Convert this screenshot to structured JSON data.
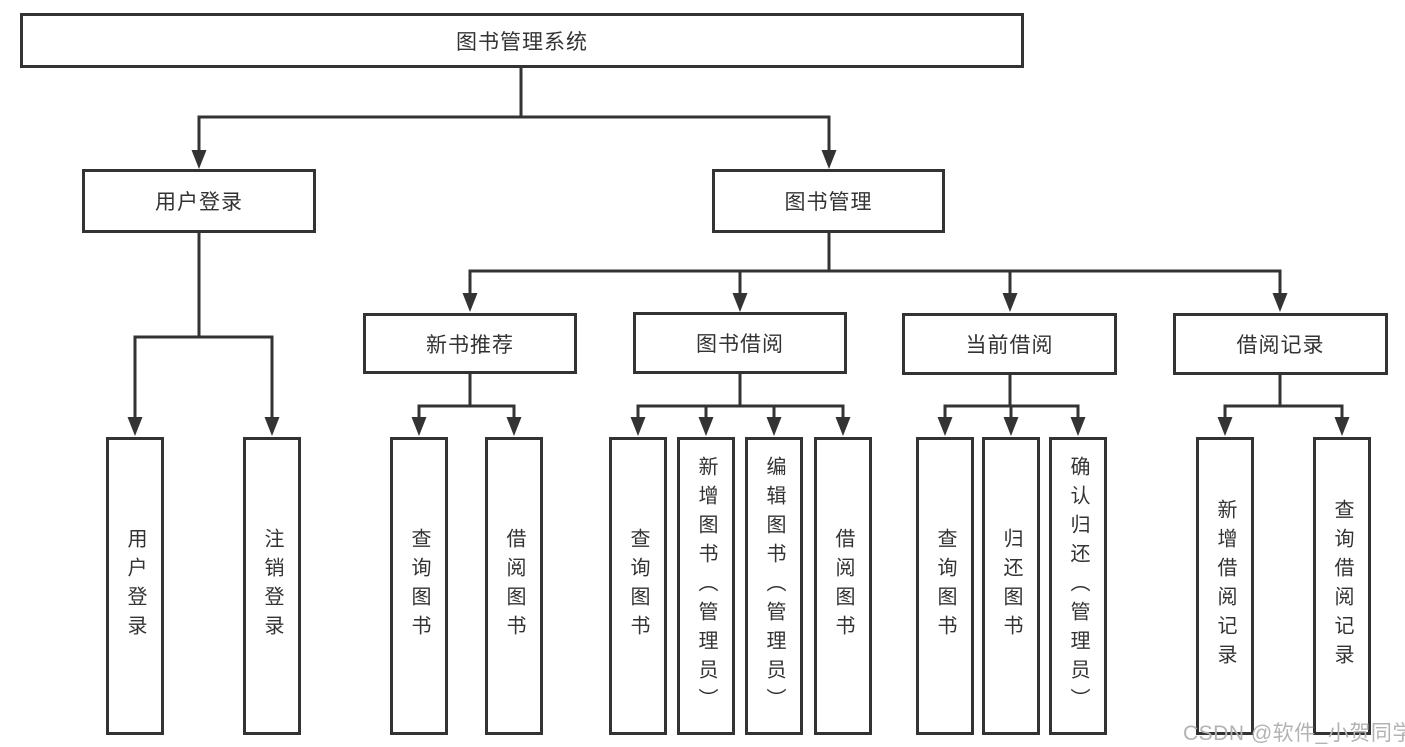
{
  "root": {
    "label": "图书管理系统"
  },
  "level2": {
    "user_login": {
      "label": "用户登录"
    },
    "book_mgmt": {
      "label": "图书管理"
    }
  },
  "level3": {
    "new_book": {
      "label": "新书推荐"
    },
    "borrow": {
      "label": "图书借阅"
    },
    "current": {
      "label": "当前借阅"
    },
    "records": {
      "label": "借阅记录"
    }
  },
  "leaves": {
    "login": {
      "label": "用户登录"
    },
    "logout": {
      "label": "注销登录"
    },
    "nb_query": {
      "label": "查询图书"
    },
    "nb_borrow": {
      "label": "借阅图书"
    },
    "bw_query": {
      "label": "查询图书"
    },
    "bw_add": {
      "label": "新增图书（管理员）"
    },
    "bw_edit": {
      "label": "编辑图书（管理员）"
    },
    "bw_borrow": {
      "label": "借阅图书"
    },
    "cu_query": {
      "label": "查询图书"
    },
    "cu_return": {
      "label": "归还图书"
    },
    "cu_confirm": {
      "label": "确认归还（管理员）"
    },
    "rc_add": {
      "label": "新增借阅记录"
    },
    "rc_query": {
      "label": "查询借阅记录"
    }
  },
  "watermark": {
    "text": "CSDN @软件_小贺同学"
  },
  "colors": {
    "line": "#333333",
    "text": "#333333",
    "node_background": "#ffffff",
    "page_background": "#ffffff",
    "watermark": "#b3b3b3"
  }
}
